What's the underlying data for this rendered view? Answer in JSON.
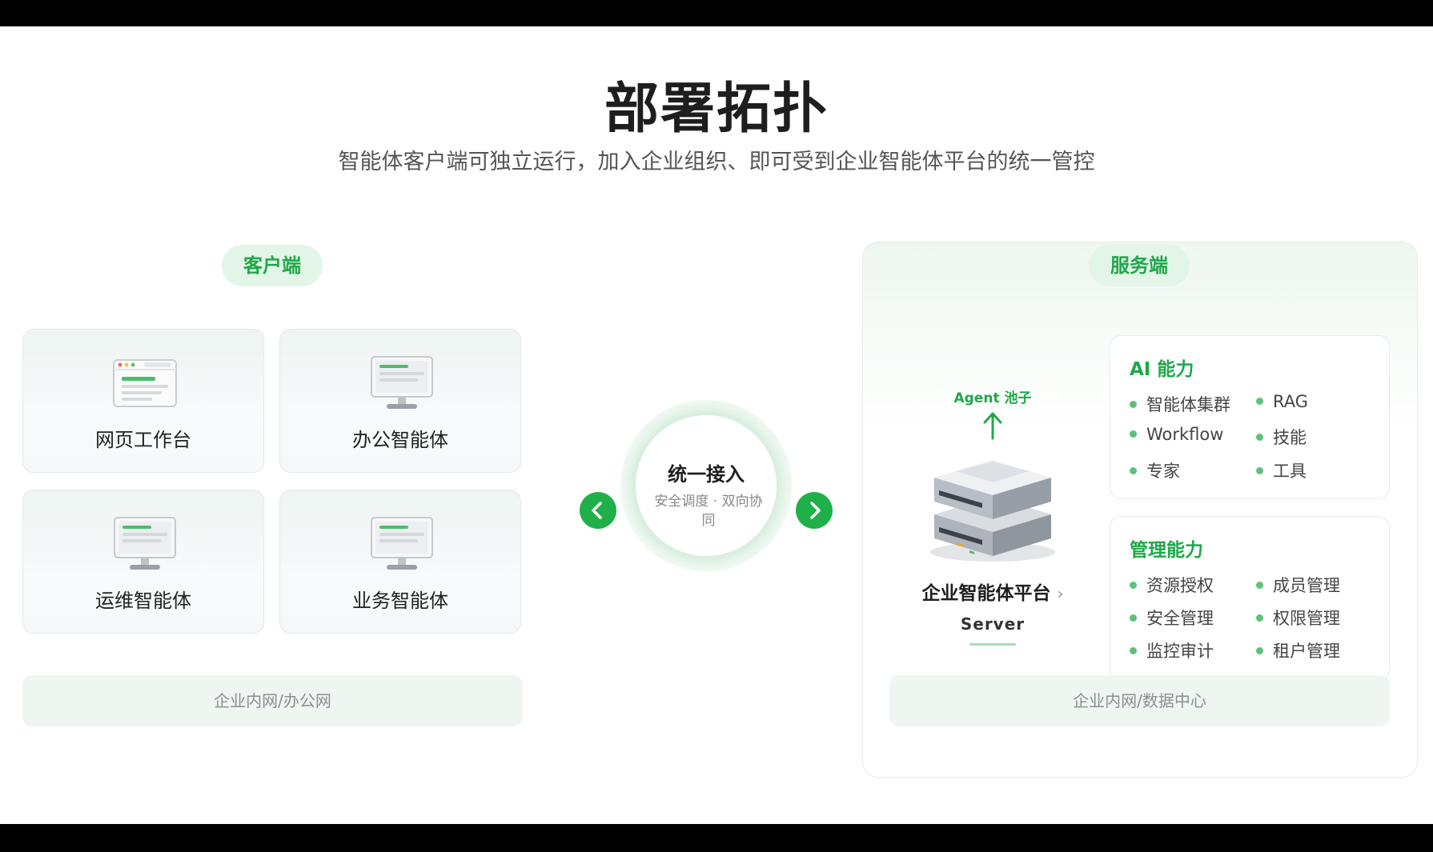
{
  "title": "部署拓扑",
  "subtitle": "智能体客户端可独立运行，加入企业组织、即可受到企业智能体平台的统一管控",
  "client": {
    "heading": "客户端",
    "cards": [
      {
        "label": "网页工作台",
        "icon": "browser-window-icon"
      },
      {
        "label": "办公智能体",
        "icon": "monitor-icon"
      },
      {
        "label": "运维智能体",
        "icon": "monitor-icon"
      },
      {
        "label": "业务智能体",
        "icon": "monitor-icon"
      }
    ],
    "network": "企业内网/办公网"
  },
  "hub": {
    "title": "统一接入",
    "subtitle": "安全调度 · 双向协同",
    "left_arrow": "chevron-left-icon",
    "right_arrow": "chevron-right-icon"
  },
  "server": {
    "heading": "服务端",
    "agent_pool": "Agent 池子",
    "platform_title": "企业智能体平台",
    "platform_chevron": "›",
    "platform_sub": "Server",
    "ai": {
      "title": "AI 能力",
      "items": [
        "智能体集群",
        "RAG",
        "Workflow",
        "技能",
        "专家",
        "工具"
      ]
    },
    "mgmt": {
      "title": "管理能力",
      "items": [
        "资源授权",
        "成员管理",
        "安全管理",
        "权限管理",
        "监控审计",
        "租户管理"
      ]
    },
    "network": "企业内网/数据中心"
  },
  "colors": {
    "accent": "#20b04a",
    "accent_soft": "#e3f4e8",
    "text": "#1e1e1e"
  }
}
